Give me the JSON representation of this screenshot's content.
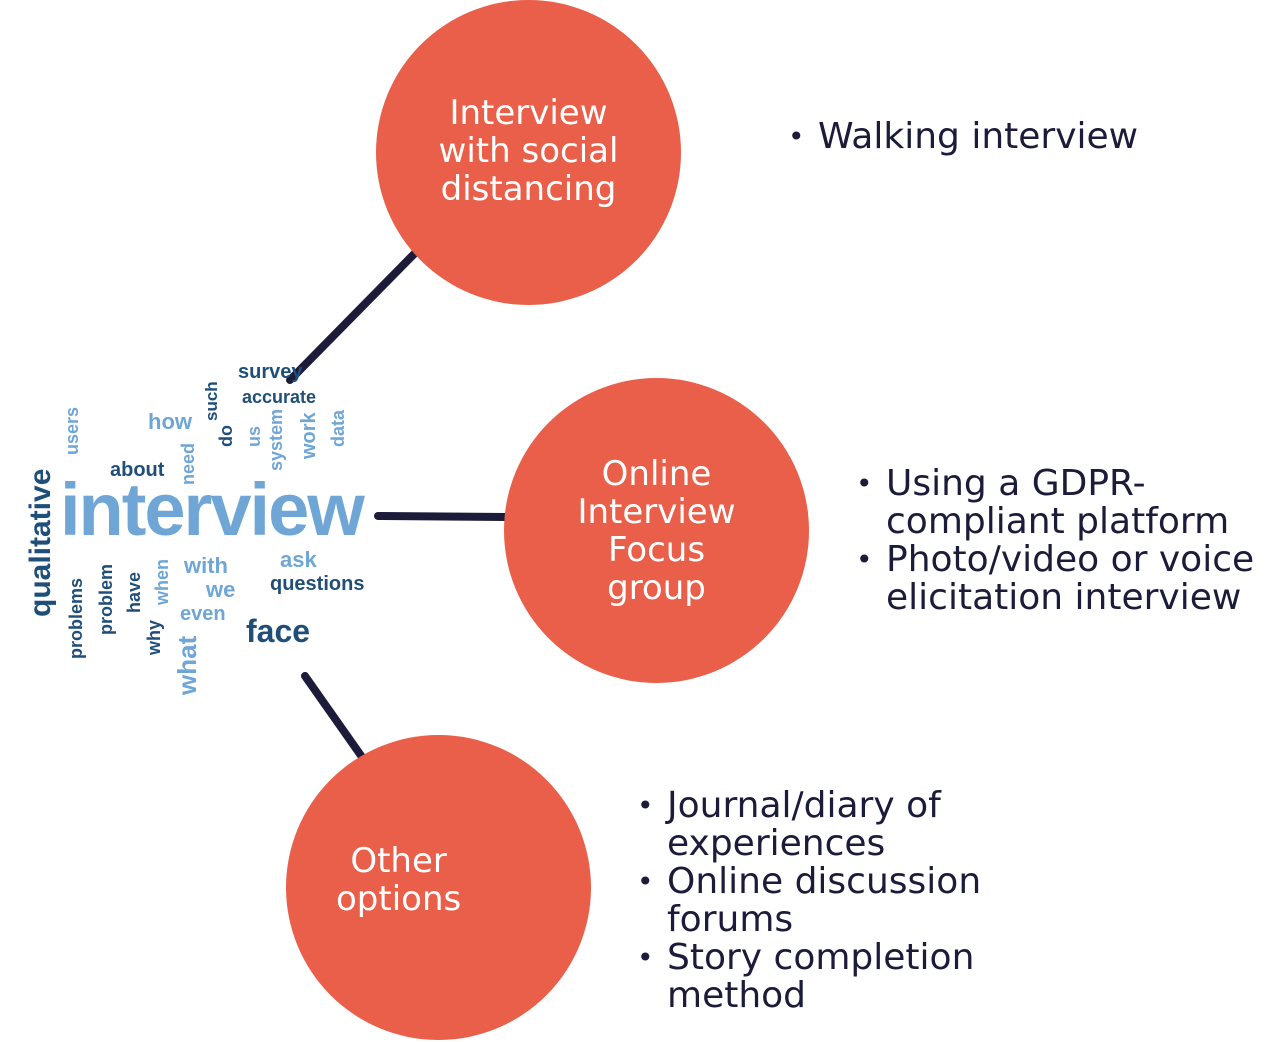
{
  "nodes": [
    {
      "id": "social-distancing",
      "lines": [
        "Interview",
        "with social",
        "distancing"
      ]
    },
    {
      "id": "online",
      "lines": [
        "Online",
        "Interview",
        "Focus",
        "group"
      ]
    },
    {
      "id": "other",
      "lines": [
        "Other",
        "options"
      ]
    }
  ],
  "bullets": {
    "social_distancing": [
      "Walking interview"
    ],
    "online": [
      "Using a GDPR-compliant platform",
      "Photo/video or voice elicitation interview"
    ],
    "other": [
      "Journal/diary of experiences",
      "Online discussion forums",
      "Story completion method"
    ]
  },
  "word_cloud": {
    "words": [
      "interview",
      "qualitative",
      "survey",
      "accurate",
      "how",
      "users",
      "such",
      "do",
      "us",
      "system",
      "work",
      "data",
      "about",
      "need",
      "problems",
      "problem",
      "have",
      "when",
      "with",
      "we",
      "ask",
      "questions",
      "even",
      "why",
      "what",
      "face"
    ]
  },
  "colors": {
    "node_fill": "#e95f49",
    "connector": "#1c1b3a",
    "text": "#1c1b3a",
    "cloud_dark": "#1f4e79",
    "cloud_light": "#6fa6d6"
  }
}
